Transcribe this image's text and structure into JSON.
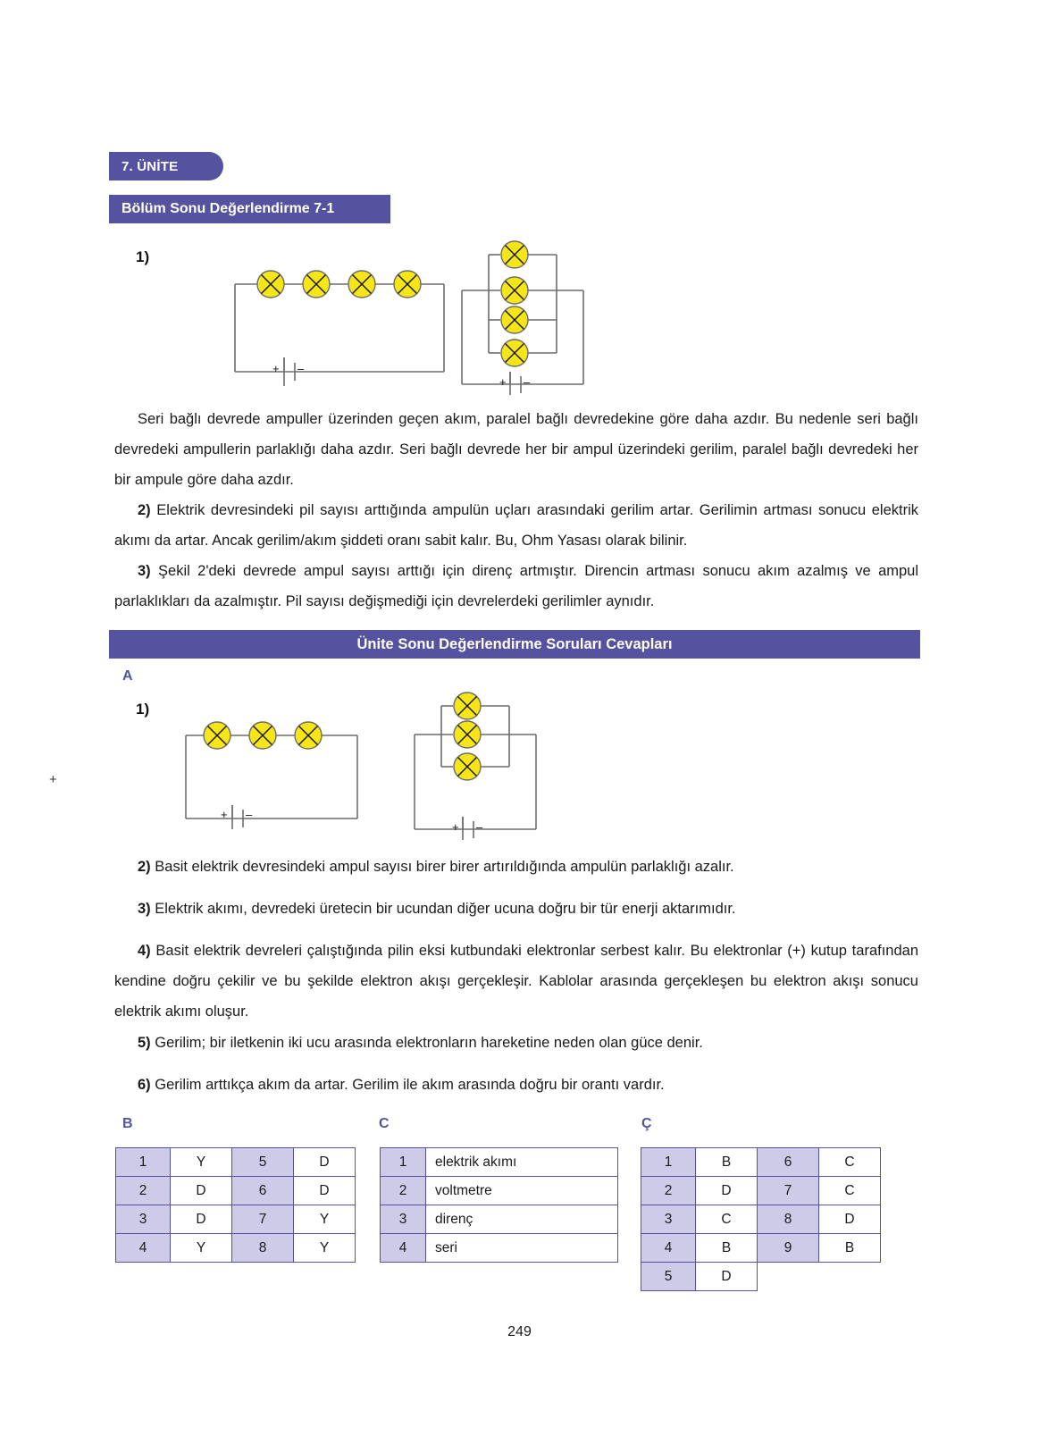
{
  "header": {
    "unit_tab": "7. ÜNİTE",
    "section_tab": "Bölüm Sonu Değerlendirme 7-1",
    "banner": "Ünite Sonu Değerlendirme Soruları Cevapları"
  },
  "colors": {
    "purple": "#55539f",
    "table_key_fill": "#cdcbe8",
    "lamp_yellow": "#f7e617",
    "wire_gray": "#6d6d6d"
  },
  "section1": {
    "q1_label": "1)",
    "answer1": "Seri bağlı devrede ampuller üzerinden geçen akım, paralel bağlı devredekine göre daha azdır. Bu nedenle seri bağlı devredeki ampullerin parlaklığı daha azdır. Seri bağlı devrede her bir ampul üzerindeki gerilim, paralel bağlı devredeki her bir ampule göre daha azdır.",
    "q2_num": "2)",
    "answer2": "Elektrik devresindeki pil sayısı arttığında ampulün uçları arasındaki gerilim artar. Gerilimin artması sonucu elektrik akımı da artar. Ancak gerilim/akım şiddeti oranı sabit kalır. Bu, Ohm Yasası olarak bilinir.",
    "q3_num": "3)",
    "answer3": "Şekil 2'deki devrede ampul sayısı arttığı için direnç artmıştır. Direncin artması sonucu akım azalmış ve ampul parlaklıkları da azalmıştır. Pil sayısı değişmediği için devrelerdeki gerilimler aynıdır.",
    "circuit_series_lamps": 4,
    "circuit_parallel_lamps": 4,
    "battery_plus": "+",
    "battery_minus": "–"
  },
  "sectionA": {
    "label": "A",
    "q1_label": "1)",
    "circuit_series_lamps": 3,
    "circuit_parallel_lamps": 3,
    "battery_plus": "+",
    "battery_minus": "–",
    "q2_num": "2)",
    "answer2": "Basit elektrik devresindeki ampul sayısı birer birer artırıldığında ampulün parlaklığı azalır.",
    "q3_num": "3)",
    "answer3": "Elektrik akımı, devredeki üretecin bir ucundan diğer ucuna doğru bir tür enerji aktarımıdır.",
    "q4_num": "4)",
    "answer4": "Basit elektrik devreleri çalıştığında pilin eksi kutbundaki elektronlar serbest kalır. Bu elektronlar (+) kutup tarafından kendine doğru çekilir ve bu şekilde elektron akışı gerçekleşir. Kablolar arasında gerçekleşen bu elektron akışı sonucu elektrik akımı oluşur.",
    "q5_num": "5)",
    "answer5": "Gerilim; bir iletkenin iki ucu arasında elektronların hareketine neden olan güce denir.",
    "q6_num": "6)",
    "answer6": "Gerilim arttıkça akım da artar. Gerilim ile akım arasında doğru bir orantı vardır."
  },
  "sectionB": {
    "label": "B",
    "rows": [
      [
        "1",
        "Y",
        "5",
        "D"
      ],
      [
        "2",
        "D",
        "6",
        "D"
      ],
      [
        "3",
        "D",
        "7",
        "Y"
      ],
      [
        "4",
        "Y",
        "8",
        "Y"
      ]
    ]
  },
  "sectionC": {
    "label": "C",
    "rows": [
      [
        "1",
        "elektrik akımı"
      ],
      [
        "2",
        "voltmetre"
      ],
      [
        "3",
        "direnç"
      ],
      [
        "4",
        "seri"
      ]
    ]
  },
  "sectionCc": {
    "label": "Ç",
    "rows": [
      [
        "1",
        "B",
        "6",
        "C"
      ],
      [
        "2",
        "D",
        "7",
        "C"
      ],
      [
        "3",
        "C",
        "8",
        "D"
      ],
      [
        "4",
        "B",
        "9",
        "B"
      ],
      [
        "5",
        "D",
        "",
        ""
      ]
    ]
  },
  "stray_mark": "+",
  "footer": {
    "page_number": "249"
  }
}
